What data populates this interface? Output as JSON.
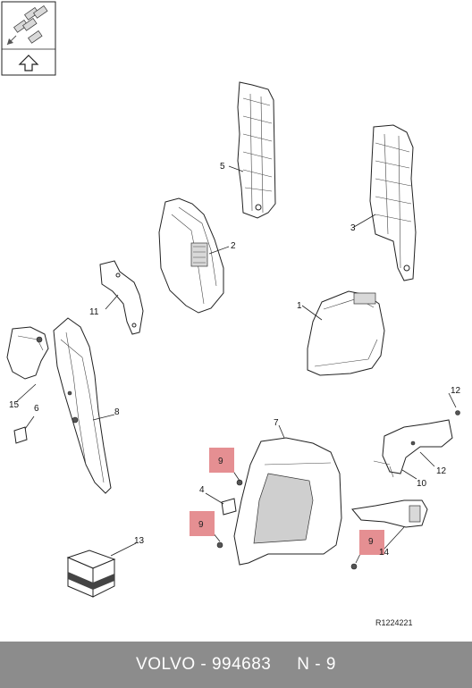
{
  "callouts": {
    "c1": "1",
    "c2": "2",
    "c3": "3",
    "c4": "4",
    "c5": "5",
    "c6": "6",
    "c7": "7",
    "c8": "8",
    "c9a": "9",
    "c9b": "9",
    "c9c": "9",
    "c10": "10",
    "c11": "11",
    "c12a": "12",
    "c12b": "12",
    "c13": "13",
    "c14": "14",
    "c15": "15"
  },
  "highlight_color": "#e58f92",
  "reference_code": "R1224221",
  "footer_text": "VOLVO - 994683     N - 9",
  "legend_icon": "exploded-view-direction-icon"
}
